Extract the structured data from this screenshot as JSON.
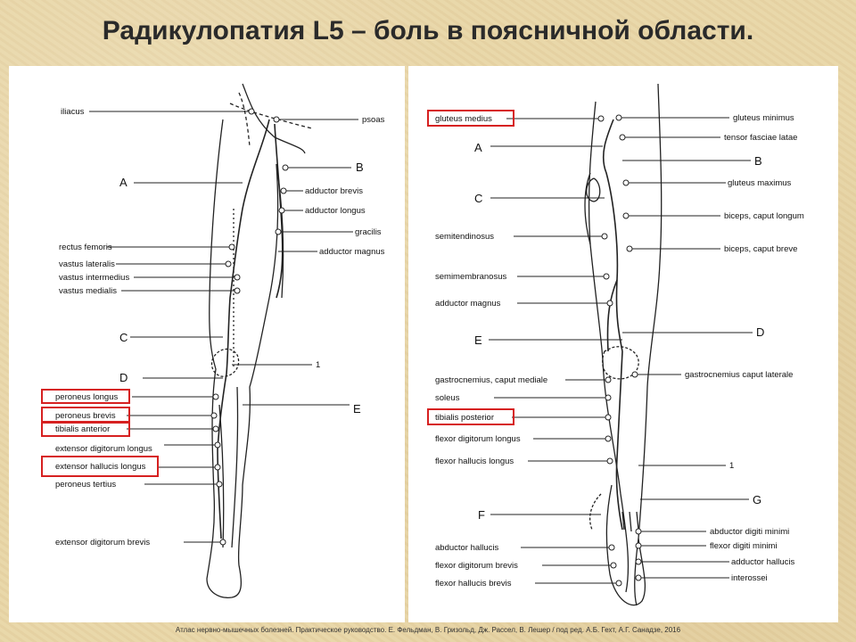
{
  "title": "Радикулопатия L5 – боль в поясничной области.",
  "footer": "Атлас нервно-мышечных болезней. Практическое руководство. Е. Фельдман, В. Гризольд, Дж. Рассел, В. Лешер / под ред. А.Б. Гехт, А.Г. Санадзе, 2016",
  "highlight_color": "#d62020",
  "left_figure": {
    "labels": {
      "iliacus": "iliacus",
      "psoas": "psoas",
      "A": "A",
      "B": "B",
      "adductor_brevis": "adductor brevis",
      "adductor_longus": "adductor longus",
      "gracilis": "gracilis",
      "adductor_magnus": "adductor magnus",
      "rectus_femoris": "rectus femoris",
      "vastus_lateralis": "vastus lateralis",
      "vastus_intermedius": "vastus intermedius",
      "vastus_medialis": "vastus medialis",
      "C": "C",
      "one": "1",
      "D": "D",
      "E": "E",
      "peroneus_longus": "peroneus longus",
      "peroneus_brevis": "peroneus brevis",
      "tibialis_anterior": "tibialis anterior",
      "extensor_digitorum_longus": "extensor digitorum longus",
      "extensor_hallucis_longus": "extensor hallucis longus",
      "peroneus_tertius": "peroneus tertius",
      "extensor_digitorum_brevis": "extensor digitorum brevis"
    }
  },
  "right_figure": {
    "labels": {
      "gluteus_medius": "gluteus medius",
      "gluteus_minimus": "gluteus minimus",
      "tensor_fasciae_latae": "tensor fasciae latae",
      "A": "A",
      "B": "B",
      "gluteus_maximus": "gluteus maximus",
      "C": "C",
      "biceps_caput_longum": "biceps, caput longum",
      "semitendinosus": "semitendinosus",
      "biceps_caput_breve": "biceps, caput breve",
      "semimembranosus": "semimembranosus",
      "adductor_magnus": "adductor magnus",
      "E": "E",
      "D": "D",
      "gastrocnemius_caput_mediale": "gastrocnemius, caput mediale",
      "gastrocnemius_caput_laterale": "gastrocnemius caput laterale",
      "soleus": "soleus",
      "tibialis_posterior": "tibialis posterior",
      "flexor_digitorum_longus": "flexor digitorum longus",
      "flexor_hallucis_longus": "flexor hallucis longus",
      "one": "1",
      "G": "G",
      "F": "F",
      "abductor_digiti_minimi": "abductor digiti minimi",
      "flexor_digiti_minimi": "flexor digiti minimi",
      "abductor_hallucis_right": "adductor hallucis",
      "abductor_hallucis": "abductor hallucis",
      "flexor_digitorum_brevis": "flexor digitorum brevis",
      "flexor_hallucis_brevis": "flexor hallucis brevis",
      "interossei": "interossei"
    }
  }
}
